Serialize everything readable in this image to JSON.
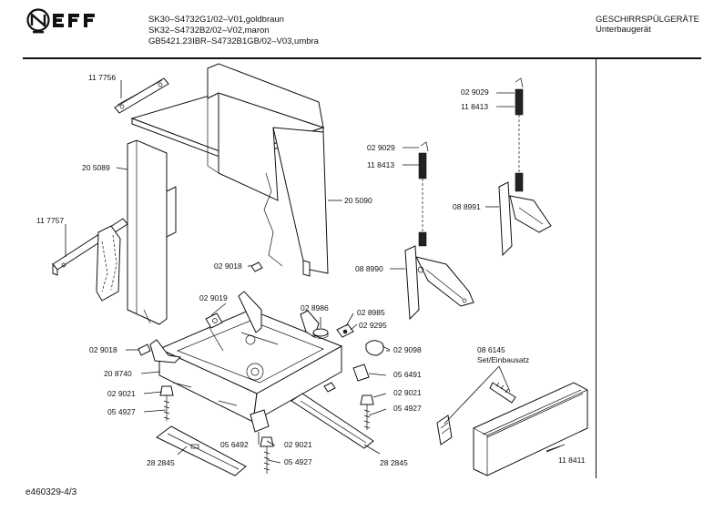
{
  "header": {
    "brand": "NEFF",
    "models": [
      "SK30–S4732G1/02–V01,goldbraun",
      "SK32–S4732B2/02–V02,maron",
      "GB5421.23IBR–S4732B1GB/02–V03,umbra"
    ],
    "category": [
      "GESCHIRRSPÜLGERÄTE",
      "Unterbaugerät"
    ]
  },
  "labels": {
    "l117756": "11 7756",
    "l205089": "20 5089",
    "l117757": "11 7757",
    "l205090": "20 5090",
    "l029018a": "02 9018",
    "l029019": "02 9019",
    "l028986": "02 8986",
    "l028985": "02 8985",
    "l029295": "02 9295",
    "l029018b": "02 9018",
    "l208740": "20 8740",
    "l029021a": "02 9021",
    "l054927a": "05 4927",
    "l282845a": "28 2845",
    "l056492": "05 6492",
    "l029021b": "02 9021",
    "l054927b": "05 4927",
    "l029098": "02 9098",
    "l056491": "05 6491",
    "l029021c": "02 9021",
    "l054927c": "05 4927",
    "l282845b": "28 2845",
    "l029029a": "02 9029",
    "l118413a": "11 8413",
    "l029029b": "02 9029",
    "l118413b": "11 8413",
    "l088991": "08 8991",
    "l088990": "08 8990",
    "l086145": "08 6145",
    "setEinbausatz": "Set/Einbausatz",
    "l118411": "11 8411"
  },
  "footer": {
    "code": "e460329-4/3"
  }
}
